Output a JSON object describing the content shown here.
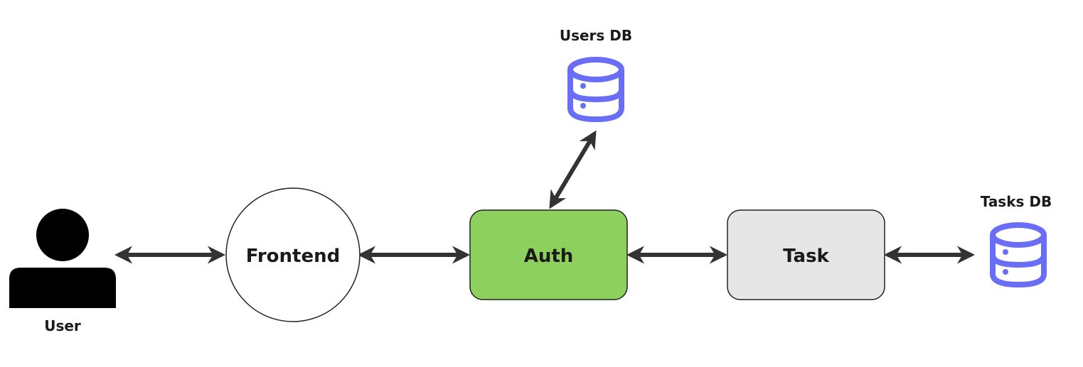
{
  "diagram": {
    "nodes": {
      "user": {
        "label": "User"
      },
      "frontend": {
        "label": "Frontend"
      },
      "auth": {
        "label": "Auth",
        "fill": "#8dd05d"
      },
      "task": {
        "label": "Task",
        "fill": "#e6e6e6"
      },
      "users_db": {
        "label": "Users DB",
        "icon": "database-icon",
        "color": "#6a6ef7"
      },
      "tasks_db": {
        "label": "Tasks DB",
        "icon": "database-icon",
        "color": "#6a6ef7"
      }
    },
    "edges": [
      {
        "from": "User",
        "to": "Frontend",
        "direction": "bidirectional"
      },
      {
        "from": "Frontend",
        "to": "Auth",
        "direction": "bidirectional"
      },
      {
        "from": "Auth",
        "to": "Users DB",
        "direction": "bidirectional"
      },
      {
        "from": "Auth",
        "to": "Task",
        "direction": "bidirectional"
      },
      {
        "from": "Task",
        "to": "Tasks DB",
        "direction": "bidirectional"
      }
    ],
    "arrow_color": "#333333"
  }
}
